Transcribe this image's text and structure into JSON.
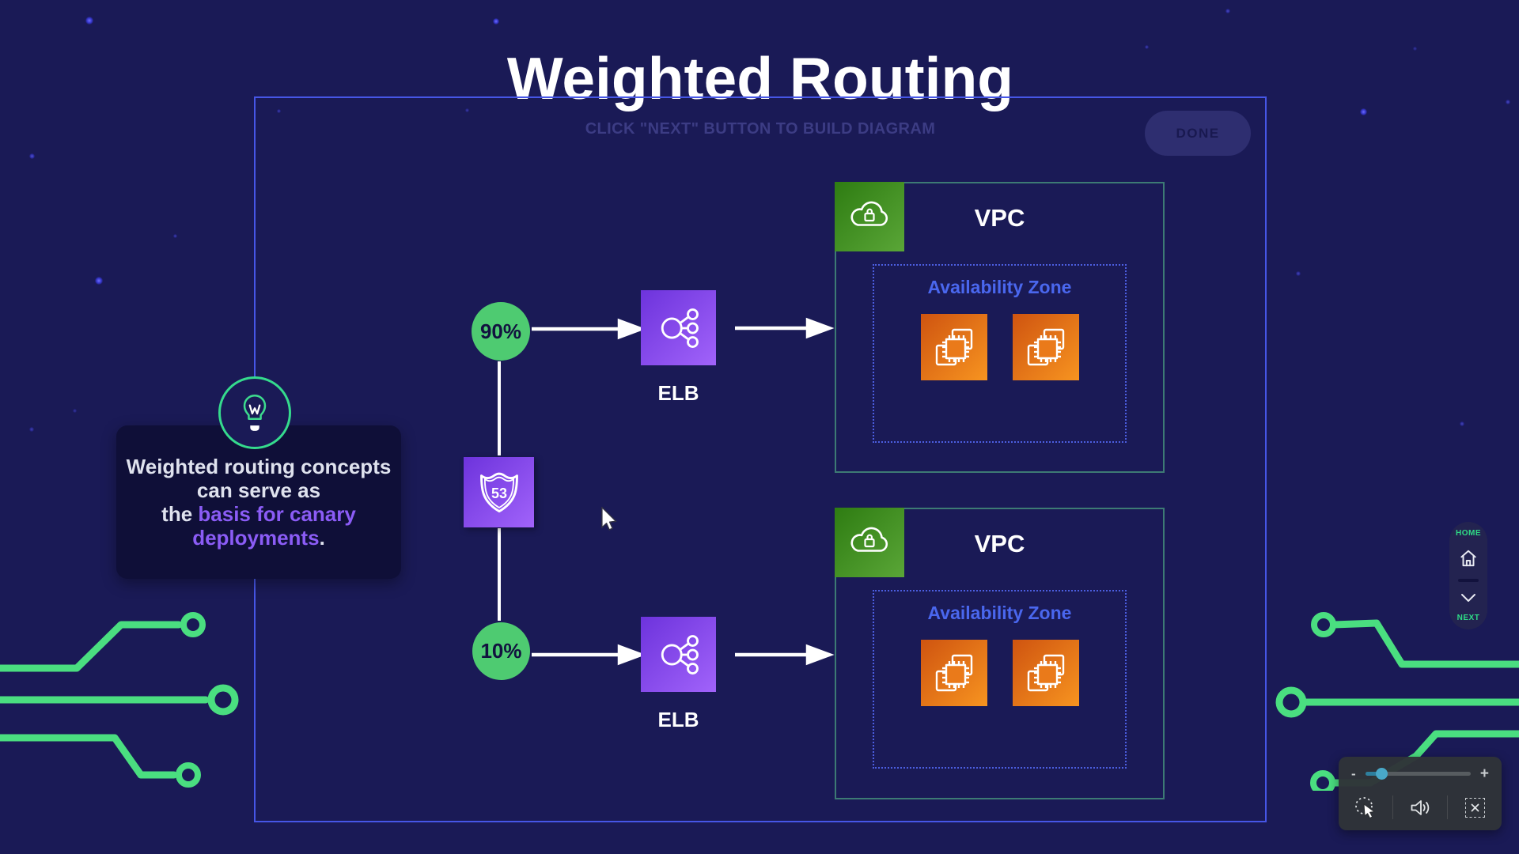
{
  "title": "Weighted Routing",
  "diagram": {
    "instruction": "CLICK \"NEXT\" BUTTON TO BUILD DIAGRAM",
    "done_button": "DONE",
    "weight_top": "90%",
    "weight_bottom": "10%",
    "route53_number": "53",
    "elb_top_label": "ELB",
    "elb_bottom_label": "ELB",
    "vpc_top": {
      "title": "VPC",
      "az_label": "Availability Zone"
    },
    "vpc_bottom": {
      "title": "VPC",
      "az_label": "Availability Zone"
    }
  },
  "tooltip": {
    "line1": "Weighted routing concepts",
    "line2": "can serve as",
    "line3_prefix": "the ",
    "line3_highlight": "basis for canary",
    "line4_highlight": "deployments",
    "line4_suffix": "."
  },
  "side_nav": {
    "home_label": "HOME",
    "next_label": "NEXT"
  },
  "player_controls": {
    "zoom_out": "-",
    "zoom_in": "+",
    "slider_value_pct": 15
  },
  "colors": {
    "background": "#1a1a56",
    "diagram_border": "#4656e6",
    "weight_green": "#4ecb71",
    "aws_purple": "#8a46f0",
    "aws_green": "#3f8e22",
    "aws_orange": "#ec7211",
    "vpc_border": "#3d7a74",
    "az_blue": "#4a67ee",
    "highlight_purple": "#8b5cf6",
    "nav_green": "#2fdc86",
    "circuit_green": "#4ade80"
  }
}
